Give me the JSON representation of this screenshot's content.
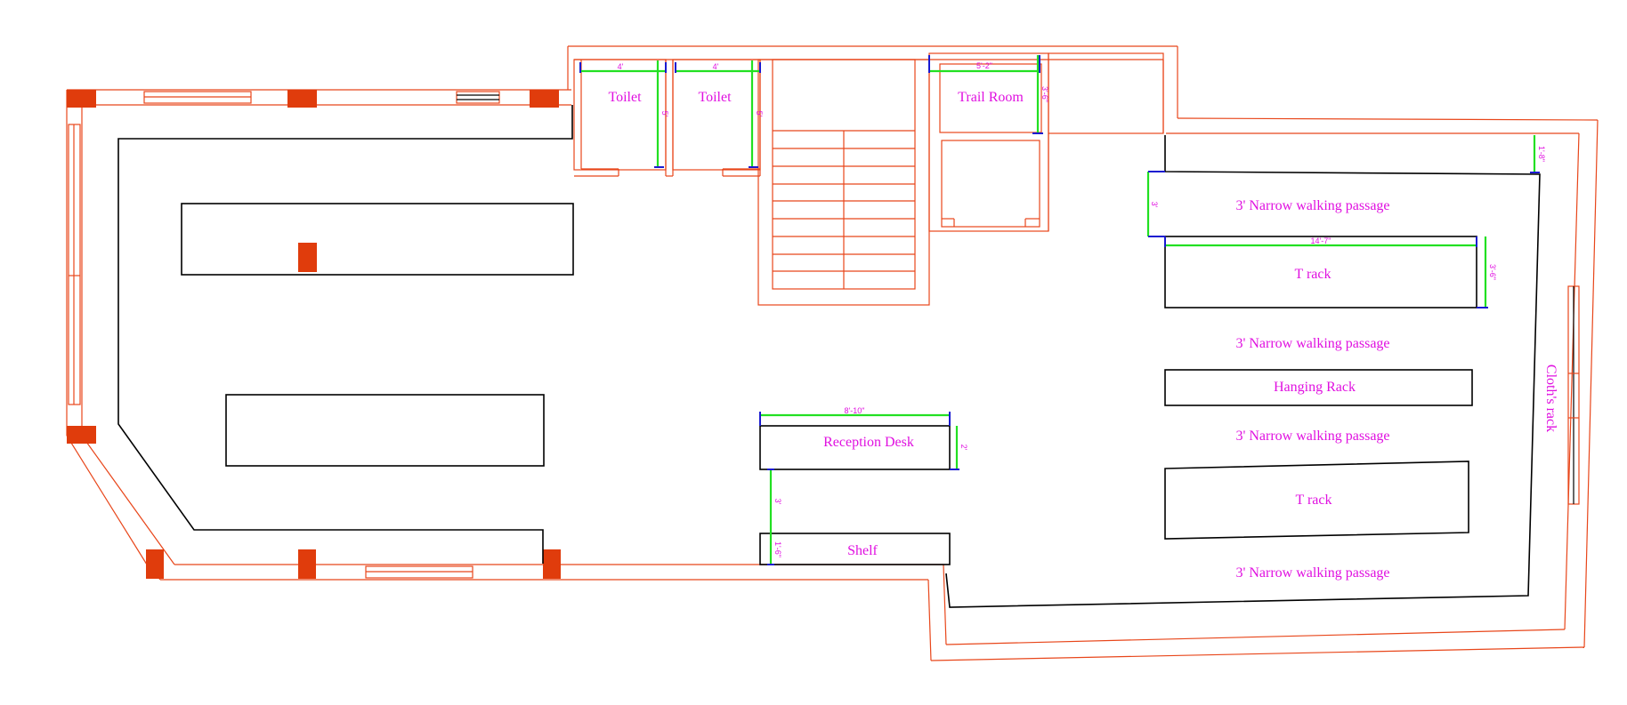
{
  "labels": {
    "toilet_1": "Toilet",
    "toilet_2": "Toilet",
    "trail_room": "Trail Room",
    "passage_1": "3' Narrow walking passage",
    "t_rack_1": "T rack",
    "passage_2": "3' Narrow walking passage",
    "hanging_rack": "Hanging Rack",
    "passage_3": "3' Narrow walking passage",
    "t_rack_2": "T rack",
    "passage_4": "3' Narrow walking passage",
    "reception_desk": "Reception Desk",
    "shelf": "Shelf",
    "cloths_rack": "Cloth's rack"
  },
  "dimensions": {
    "toilet_1_width": "4'",
    "toilet_1_depth": "5'",
    "toilet_2_width": "4'",
    "toilet_2_depth": "5'",
    "trail_room_width": "5'-2\"",
    "trail_room_depth": "3'-6\"",
    "passage_gap": "3'",
    "t_rack_length": "14'-7\"",
    "t_rack_depth": "3'-6\"",
    "side_gap": "1'-8\"",
    "reception_length": "8'-10\"",
    "reception_depth": "2'",
    "desk_to_shelf": "3'",
    "shelf_depth": "1'-6\""
  },
  "colors": {
    "wall": "#e8461a",
    "column": "#e03c0c",
    "furniture": "#000000",
    "dimension_line": "#22e022",
    "label_text": "#e010e0"
  }
}
